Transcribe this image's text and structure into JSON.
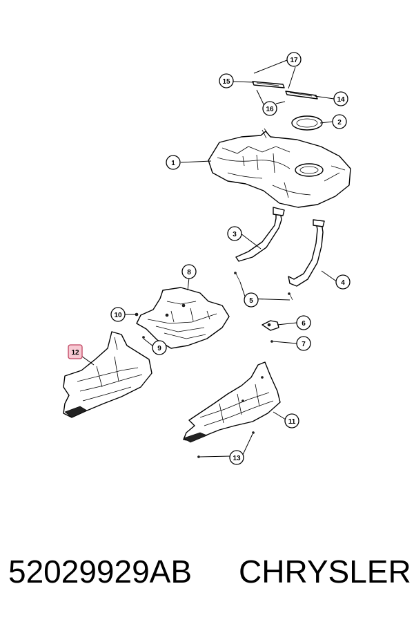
{
  "callouts": [
    {
      "id": "1",
      "label": "1"
    },
    {
      "id": "2",
      "label": "2"
    },
    {
      "id": "3",
      "label": "3"
    },
    {
      "id": "4",
      "label": "4"
    },
    {
      "id": "5",
      "label": "5"
    },
    {
      "id": "6",
      "label": "6"
    },
    {
      "id": "7",
      "label": "7"
    },
    {
      "id": "8",
      "label": "8"
    },
    {
      "id": "9",
      "label": "9"
    },
    {
      "id": "10",
      "label": "10"
    },
    {
      "id": "11",
      "label": "11"
    },
    {
      "id": "12",
      "label": "12",
      "highlighted": true
    },
    {
      "id": "13",
      "label": "13"
    },
    {
      "id": "14",
      "label": "14"
    },
    {
      "id": "15",
      "label": "15"
    },
    {
      "id": "16",
      "label": "16"
    },
    {
      "id": "17",
      "label": "17"
    }
  ],
  "footer": {
    "part_number": "52029929AB",
    "brand": "CHRYSLER"
  },
  "colors": {
    "highlight_fill": "#f7c9d3",
    "highlight_stroke": "#c0425f"
  }
}
